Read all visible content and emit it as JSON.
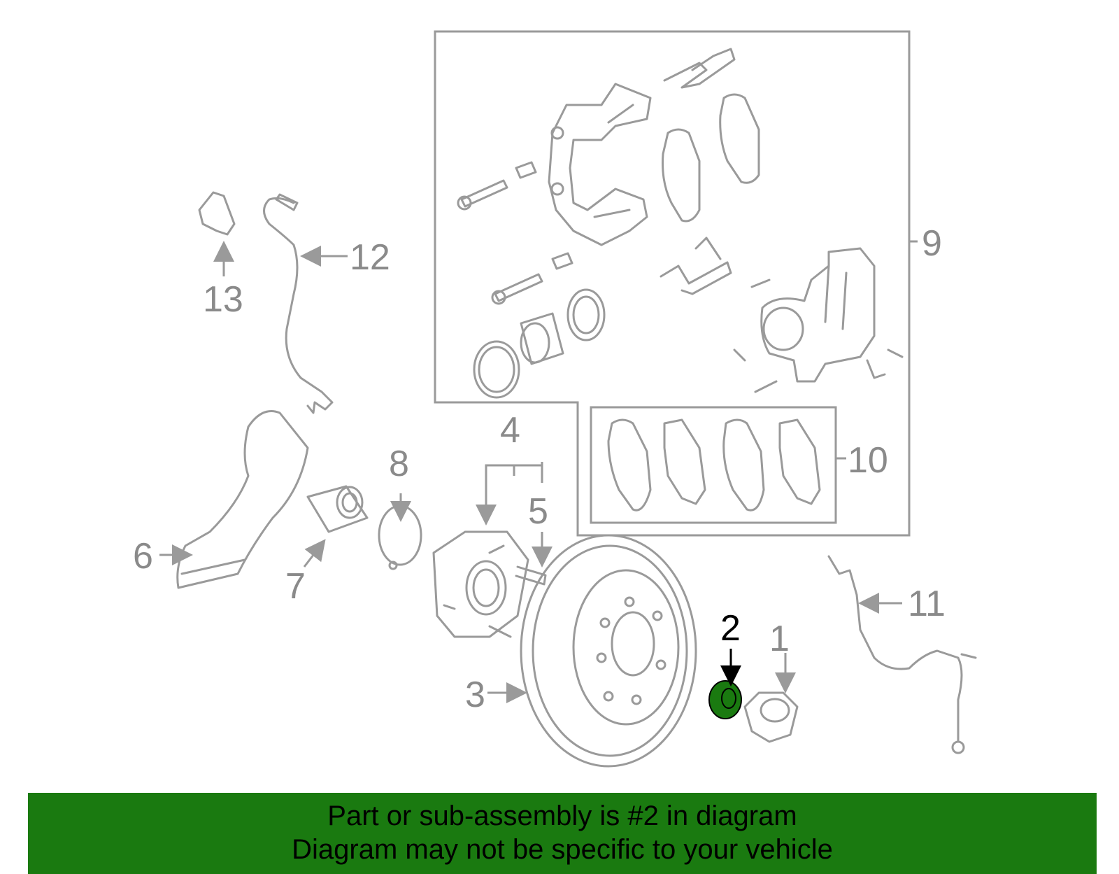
{
  "diagram": {
    "highlighted_part": "2",
    "highlight_color": "#1a7a10",
    "callout_labels": [
      "1",
      "2",
      "3",
      "4",
      "5",
      "6",
      "7",
      "8",
      "9",
      "10",
      "11",
      "12",
      "13"
    ]
  },
  "banner": {
    "line1": "Part or sub-assembly is #2 in diagram",
    "line2": "Diagram may not be specific to your vehicle",
    "background": "#1a7a10"
  }
}
